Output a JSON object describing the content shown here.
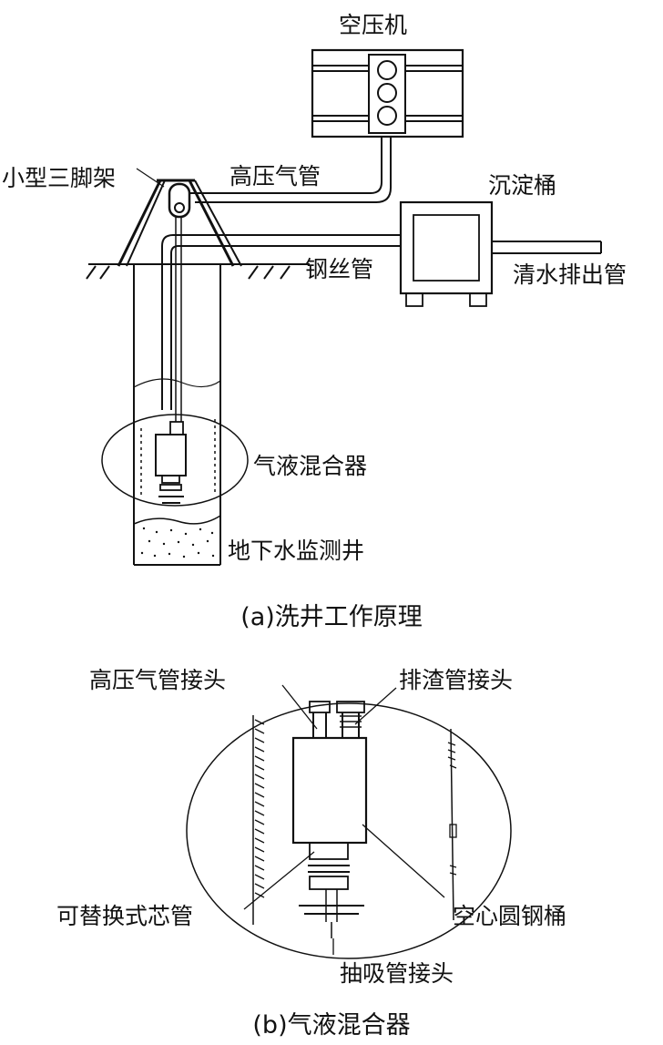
{
  "colors": {
    "ink": "#111111",
    "background": "#ffffff"
  },
  "part_a": {
    "labels": {
      "air_compressor": "空压机",
      "tripod": "小型三脚架",
      "high_pressure_pipe": "高压气管",
      "sedimentation_tank": "沉淀桶",
      "steel_wire_pipe": "钢丝管",
      "clear_water_outlet": "清水排出管",
      "gas_liquid_mixer": "气液混合器",
      "groundwater_well": "地下水监测井"
    },
    "caption": "(a)洗井工作原理"
  },
  "part_b": {
    "labels": {
      "air_pipe_joint": "高压气管接头",
      "slag_pipe_joint": "排渣管接头",
      "replaceable_core": "可替换式芯管",
      "hollow_steel_drum": "空心圆钢桶",
      "suction_pipe_joint": "抽吸管接头"
    },
    "caption": "(b)气液混合器"
  }
}
